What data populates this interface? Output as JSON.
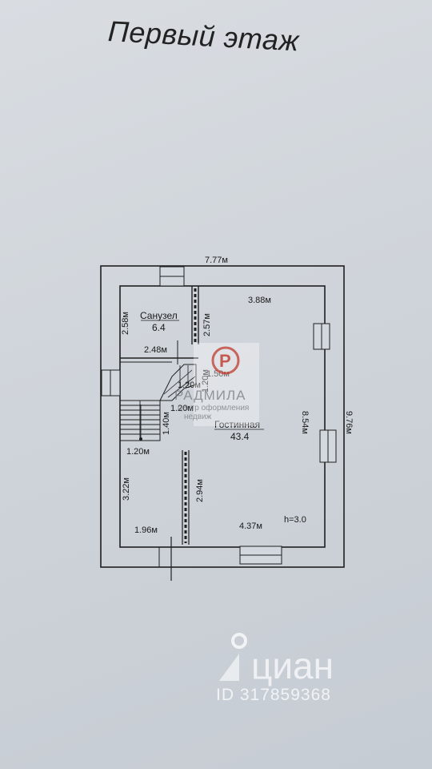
{
  "title": "Первый этаж",
  "plan": {
    "dims": {
      "top": "7.77м",
      "right_outer": "9.76м",
      "right_inner": "8.54м",
      "bath_height": "2.58м",
      "bath_width": "2.48м",
      "wall_right_of_bath": "2.57м",
      "top_room": "3.88м",
      "stair_top": "1.20м",
      "stair_mid": "1.20м",
      "stair_side": "1.40м",
      "stair_bottom": "1.20м",
      "corridor": "1.50м",
      "left_lower": "3.22м",
      "partition_lower": "2.94м",
      "bottom_left": "1.96м",
      "bottom_right": "4.37м",
      "stair_vert": "1.20м"
    },
    "rooms": {
      "bath_name": "Санузел",
      "bath_area": "6.4",
      "living_name": "Гостинная",
      "living_area": "43.4"
    },
    "ceiling": "h=3.0"
  },
  "watermarks": {
    "agency_name": "РАДМИЛА",
    "agency_sub1": "центр оформления",
    "agency_sub2": "недвиж",
    "cian_brand": "циан",
    "cian_id": "ID 317859368"
  },
  "colors": {
    "agency_red": "#c0392b",
    "line": "#1f1f1f"
  }
}
